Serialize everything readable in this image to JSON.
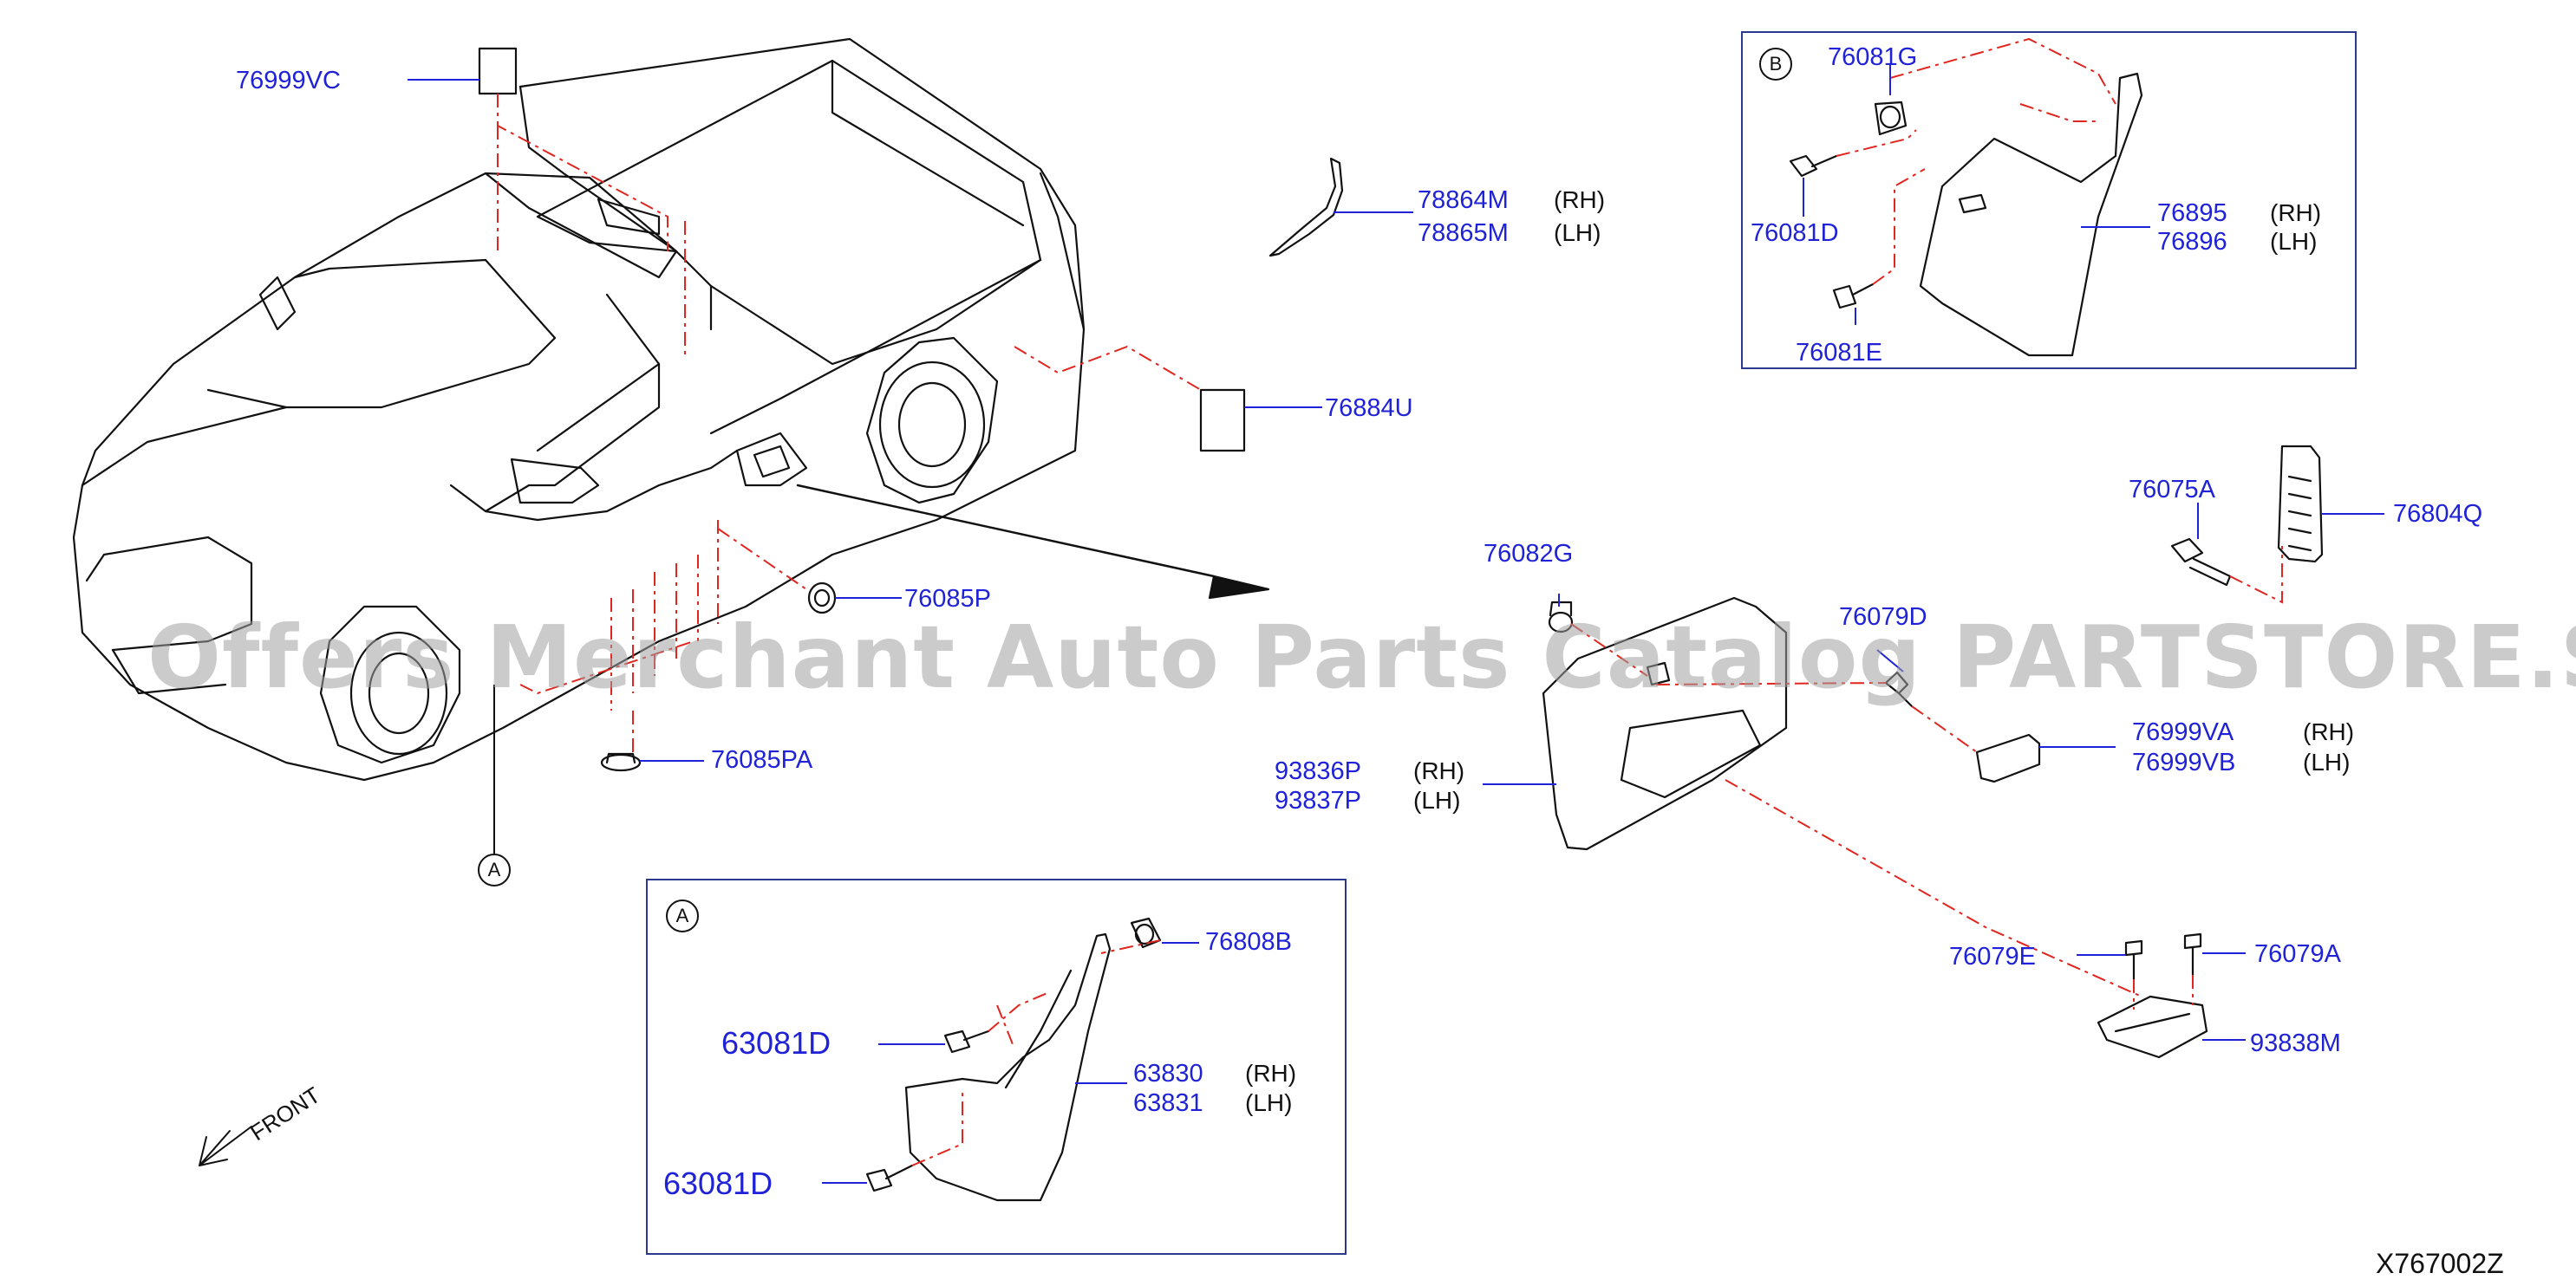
{
  "diagram": {
    "diagram_code": "X767002Z",
    "watermark": "Offers Merchant Auto Parts Catalog PARTSTORE.SA",
    "front_label": "FRONT",
    "callouts": {
      "a": "A",
      "b": "B"
    },
    "parts": {
      "p76999VC": "76999VC",
      "p78864M": "78864M",
      "p78865M": "78865M",
      "p76884U": "76884U",
      "p76085P": "76085P",
      "p76085PA": "76085PA",
      "p76082G": "76082G",
      "p76079D": "76079D",
      "p93836P": "93836P",
      "p93837P": "93837P",
      "p76999VA": "76999VA",
      "p76999VB": "76999VB",
      "p76075A": "76075A",
      "p76804Q": "76804Q",
      "p76079E": "76079E",
      "p76079A": "76079A",
      "p93838M": "93838M",
      "p76081G": "76081G",
      "p76081D": "76081D",
      "p76081E": "76081E",
      "p76895": "76895",
      "p76896": "76896",
      "p76808B": "76808B",
      "p63081D_top": "63081D",
      "p63081D_bottom": "63081D",
      "p63830": "63830",
      "p63831": "63831"
    },
    "sides": {
      "rh": "(RH)",
      "lh": "(LH)"
    },
    "colors": {
      "label": "#1f22d6",
      "leader": "#1f22d6",
      "dash": "#e0261f",
      "line": "#111111",
      "box": "#2b3a8f"
    }
  }
}
